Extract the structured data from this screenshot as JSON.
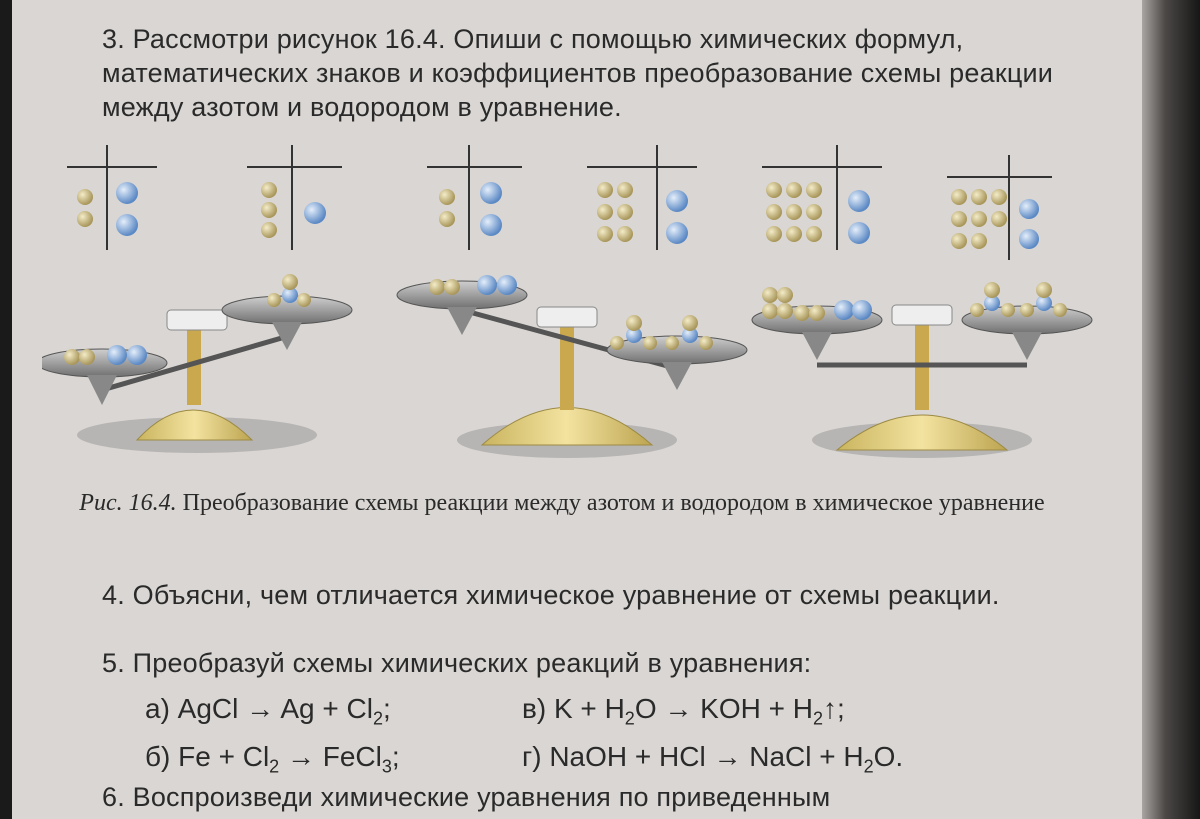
{
  "task3": {
    "text": "3. Рассмотри рисунок 16.4. Опиши с помощью химических формул, математических знаков и коэффициентов преобразование схемы реакции между азотом и водородом в уравнение."
  },
  "figure": {
    "caption_label": "Рис. 16.4.",
    "caption_text": "Преобразование схемы реакции между азотом и водородом в химическое уравнение",
    "colors": {
      "nitrogen_atom": "#c9b77a",
      "hydrogen_atom": "#7ea6d6",
      "scale_base": "#e8d388",
      "pan": "#9a9a9a"
    }
  },
  "task4": {
    "text": "4. Объясни, чем отличается химическое уравнение от схемы реакции."
  },
  "task5": {
    "text": "5. Преобразуй схемы химических реакций в уравнения:"
  },
  "equations": {
    "a": {
      "prefix": "а) AgCl → Ag + Cl",
      "sub1": "2",
      "suffix": ";"
    },
    "b": {
      "prefix": "б) Fe + Cl",
      "sub1": "2",
      "mid": " → FeCl",
      "sub2": "3",
      "suffix": ";"
    },
    "v": {
      "prefix": "в) K + H",
      "sub1": "2",
      "mid": "O → KOH + H",
      "sub2": "2",
      "suffix": "↑;"
    },
    "g": {
      "prefix": "г) NaOH + HCl → NaCl + H",
      "sub1": "2",
      "suffix": "O."
    }
  },
  "task6": {
    "text": "6. Воспроизведи химические уравнения по приведенным"
  }
}
